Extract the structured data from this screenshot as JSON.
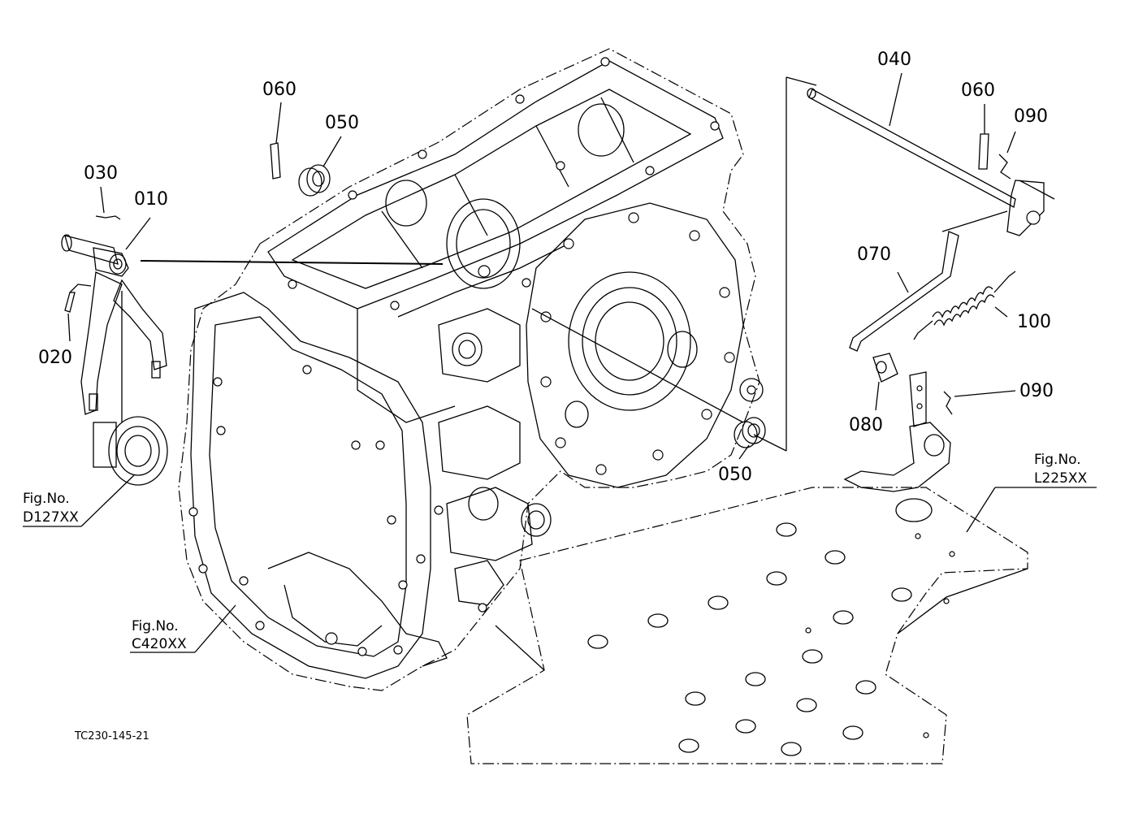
{
  "callouts": {
    "p010": "010",
    "p020": "020",
    "p030": "030",
    "p040": "040",
    "p050a": "050",
    "p050b": "050",
    "p060a": "060",
    "p060b": "060",
    "p070": "070",
    "p080": "080",
    "p090a": "090",
    "p090b": "090",
    "p100": "100"
  },
  "figure_refs": {
    "d127": {
      "label": "Fig.No.",
      "code": "D127XX"
    },
    "c420": {
      "label": "Fig.No.",
      "code": "C420XX"
    },
    "l225": {
      "label": "Fig.No.",
      "code": "L225XX"
    }
  },
  "drawing_code": "TC230-145-21"
}
